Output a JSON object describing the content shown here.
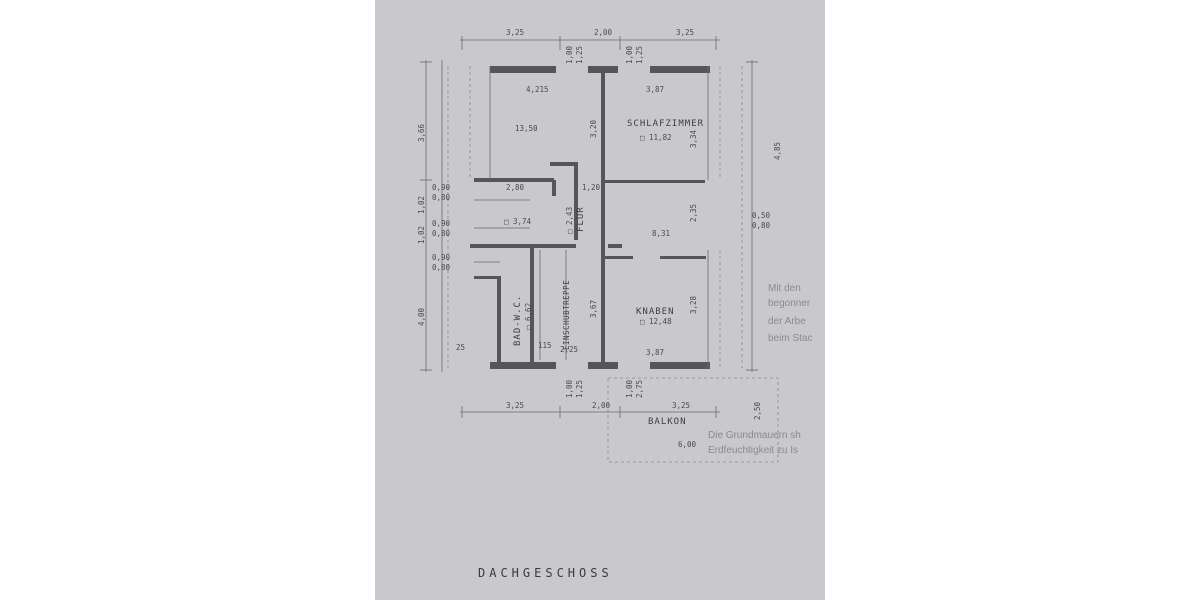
{
  "drawing": {
    "title": "DACHGESCHOSS",
    "rooms": {
      "room_left_area": "13,50",
      "schlafzimmer_label": "SCHLAFZIMMER",
      "schlafzimmer_area": "□ 11,82",
      "flur_label": "FLUR",
      "flur_area": "□ 2,43",
      "small_room_area": "□ 3,74",
      "middle_room_area": "8,31",
      "bad_label": "BAD-W.C.",
      "bad_area": "□ 6,62",
      "einschubtreppe_label": "EINSCHUBTREPPE",
      "knaben_label": "KNABEN",
      "knaben_area": "□ 12,48",
      "balkon_label": "BALKON"
    },
    "dimensions": {
      "top_left": "3,25",
      "top_mid": "2,00",
      "top_right": "3,25",
      "bottom_left": "3,25",
      "bottom_mid": "2,00",
      "bottom_right": "3,25",
      "balkon_width": "6,00",
      "balkon_depth": "2,50",
      "left_outer_top": "3,66",
      "left_outer_bottom": "4,00",
      "left_102a": "1,02",
      "left_102b": "1,02",
      "right_outer": "4,85",
      "room_width_left": "4,215",
      "room_width_right": "3,87",
      "room_width_right_bottom": "3,87",
      "bath_width": "2,25",
      "flur_width": "1,20",
      "stair_len": "3,67",
      "room_height": "3,20",
      "schlaf_height": "3,34",
      "knaben_height": "3,28",
      "small_width": "2,80",
      "right_mid_height": "2,35",
      "right_gap": "0,50",
      "right_gap2": "0,80",
      "door_100": "1,00",
      "door_125": "1,25",
      "door_100b": "1,00",
      "door_125b": "1,25",
      "door_100c": "1,00",
      "door_275": "2,75",
      "door_100d": "1,00",
      "door_125d": "1,25",
      "wall_25": "25",
      "wall_115": "115",
      "left_090": "0,90",
      "left_080": "0,80",
      "left_090b": "0,90",
      "left_080b": "0,80",
      "left_090c": "0,90",
      "left_080c": "0,80"
    },
    "print_notes": {
      "note_right_1": "Mit den",
      "note_right_2": "begonner",
      "note_right_3": "der Arbe",
      "note_right_4": "beim Stac",
      "note_bottom_1": "Die Grundmauern sh",
      "note_bottom_2": "Erdfeuchtigkeit zu Is"
    }
  }
}
